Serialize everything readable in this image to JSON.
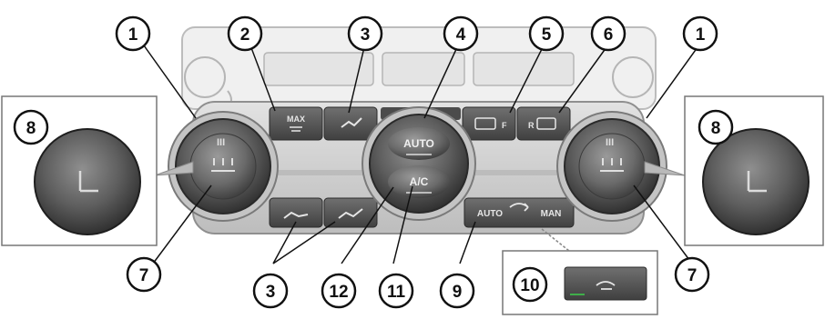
{
  "callouts": [
    {
      "id": "c1a",
      "label": "1"
    },
    {
      "id": "c2",
      "label": "2"
    },
    {
      "id": "c3a",
      "label": "3"
    },
    {
      "id": "c4",
      "label": "4"
    },
    {
      "id": "c5",
      "label": "5"
    },
    {
      "id": "c6",
      "label": "6"
    },
    {
      "id": "c1b",
      "label": "1"
    },
    {
      "id": "c8a",
      "label": "8"
    },
    {
      "id": "c8b",
      "label": "8"
    },
    {
      "id": "c7a",
      "label": "7"
    },
    {
      "id": "c3b",
      "label": "3"
    },
    {
      "id": "c12",
      "label": "12"
    },
    {
      "id": "c11",
      "label": "11"
    },
    {
      "id": "c9",
      "label": "9"
    },
    {
      "id": "c10",
      "label": "10"
    },
    {
      "id": "c7b",
      "label": "7"
    }
  ],
  "panel": {
    "max_label": "MAX",
    "auto_label": "AUTO",
    "ac_label": "A/C",
    "recirc_auto_label": "AUTO",
    "recirc_man_label": "MAN",
    "rear_defrost_suffix": "R",
    "front_defrost_suffix": "F",
    "heat_indicator": "III"
  },
  "colors": {
    "panel": "#c9c9c9",
    "button": "#575757",
    "knob": "#6e6e6e",
    "callout_stroke": "#111111",
    "accent_green": "#3fae4a"
  }
}
